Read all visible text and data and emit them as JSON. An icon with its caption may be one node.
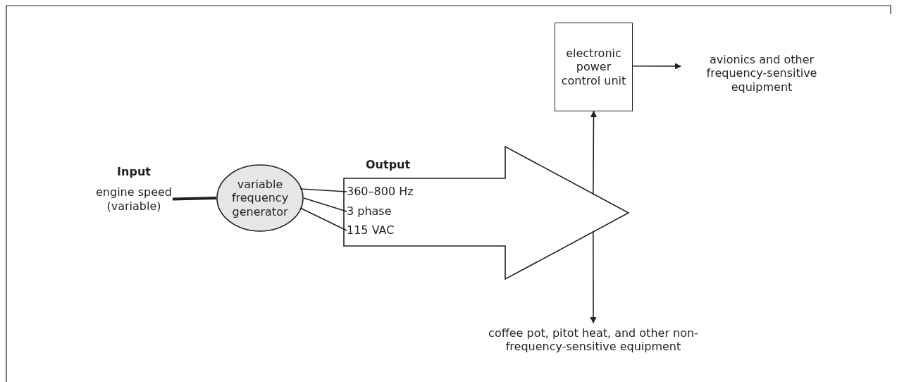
{
  "diagram": {
    "nodes": [
      {
        "text": [
          "Input",
          "engine speed (variable)"
        ]
      },
      {
        "text": [
          "variable frequency generator"
        ]
      },
      {
        "text": [
          "Output"
        ]
      },
      {
        "text": [
          "360–800 Hz"
        ],
        "in": 2
      },
      {
        "text": [
          "3 phase"
        ],
        "in": 2
      },
      {
        "text": [
          "115 VAC"
        ],
        "in": 2
      },
      {
        "text": [
          "electronic power control unit"
        ]
      },
      {
        "text": [
          "avionics and other frequency-sensitive equipment"
        ]
      },
      {
        "text": [
          "coffee pot, pitot heat, and other non-frequency-sensitive equipment"
        ]
      }
    ],
    "edges": [
      {
        "from": 0,
        "to": 1,
        "arrow": "none",
        "style": "thick"
      },
      {
        "from": 1,
        "to": 3,
        "arrow": "none"
      },
      {
        "from": 1,
        "to": 4,
        "arrow": "none"
      },
      {
        "from": 1,
        "to": 5,
        "arrow": "none"
      },
      {
        "from": 2,
        "to": 6,
        "arrow": "to"
      },
      {
        "from": 6,
        "to": 7,
        "arrow": "to"
      },
      {
        "from": 2,
        "to": 8,
        "arrow": "to"
      }
    ]
  }
}
